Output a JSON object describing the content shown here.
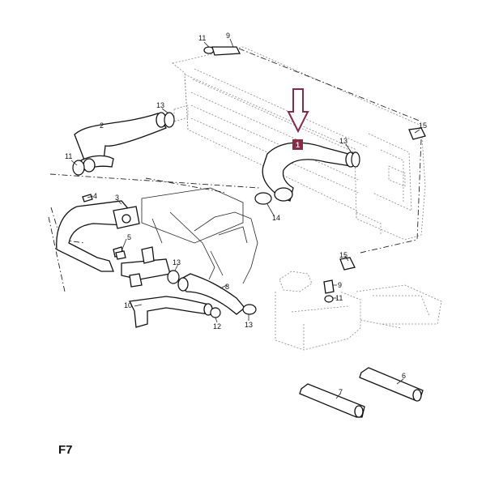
{
  "figure_label": "F7",
  "highlight_color": "#8b2a45",
  "callouts": [
    {
      "id": "c11a",
      "text": "11"
    },
    {
      "id": "c9a",
      "text": "9"
    },
    {
      "id": "c13a",
      "text": "13"
    },
    {
      "id": "c2",
      "text": "2"
    },
    {
      "id": "c11b",
      "text": "11"
    },
    {
      "id": "c1",
      "text": "1"
    },
    {
      "id": "c13b",
      "text": "13"
    },
    {
      "id": "c15a",
      "text": "15"
    },
    {
      "id": "c14",
      "text": "14"
    },
    {
      "id": "c4",
      "text": "4"
    },
    {
      "id": "c3",
      "text": "3"
    },
    {
      "id": "c5",
      "text": "5"
    },
    {
      "id": "c13c",
      "text": "13"
    },
    {
      "id": "c8",
      "text": "8"
    },
    {
      "id": "c10",
      "text": "10"
    },
    {
      "id": "c12",
      "text": "12"
    },
    {
      "id": "c13d",
      "text": "13"
    },
    {
      "id": "c15b",
      "text": "15"
    },
    {
      "id": "c9b",
      "text": "9"
    },
    {
      "id": "c11c",
      "text": "11"
    },
    {
      "id": "c6",
      "text": "6"
    },
    {
      "id": "c7",
      "text": "7"
    }
  ]
}
